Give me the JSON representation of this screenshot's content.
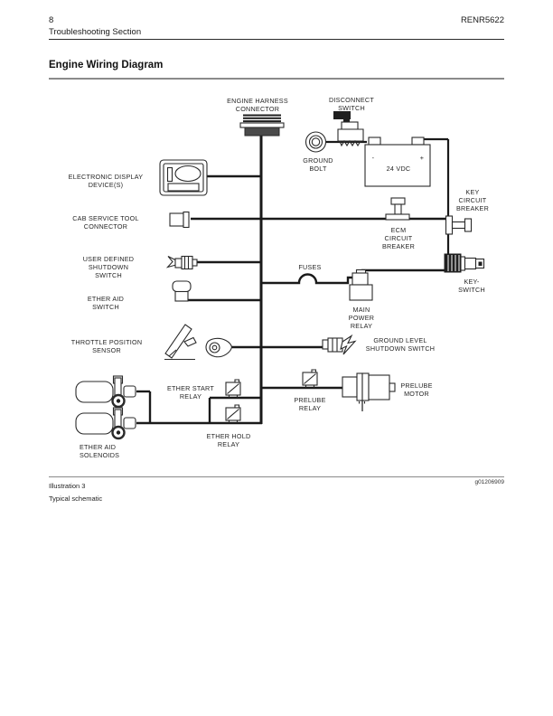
{
  "page": {
    "page_number": "8",
    "doc_code": "RENR5622",
    "section": "Troubleshooting Section",
    "title": "Engine Wiring Diagram"
  },
  "figure": {
    "illustration": "Illustration 3",
    "figure_id": "g01206909",
    "caption": "Typical schematic"
  },
  "diagram": {
    "labels": {
      "engine_harness_connector": [
        "ENGINE HARNESS",
        "CONNECTOR"
      ],
      "disconnect_switch": [
        "DISCONNECT",
        "SWITCH"
      ],
      "ground_bolt": [
        "GROUND",
        "BOLT"
      ],
      "battery": {
        "minus": "-",
        "plus": "+",
        "voltage": "24 VDC"
      },
      "key_circuit_breaker": [
        "KEY",
        "CIRCUIT",
        "BREAKER"
      ],
      "electronic_display": [
        "ELECTRONIC DISPLAY",
        "DEVICE(S)"
      ],
      "cab_service_tool": [
        "CAB SERVICE TOOL",
        "CONNECTOR"
      ],
      "ecm_circuit_breaker": [
        "ECM",
        "CIRCUIT",
        "BREAKER"
      ],
      "user_defined_shutdown": [
        "USER DEFINED",
        "SHUTDOWN",
        "SWITCH"
      ],
      "fuses": "FUSES",
      "key_switch": [
        "KEY-",
        "SWITCH"
      ],
      "ether_aid_switch": [
        "ETHER AID",
        "SWITCH"
      ],
      "main_power_relay": [
        "MAIN",
        "POWER",
        "RELAY"
      ],
      "throttle_position_sensor": [
        "THROTTLE POSITION",
        "SENSOR"
      ],
      "ground_level_shutdown_switch": [
        "GROUND LEVEL",
        "SHUTDOWN SWITCH"
      ],
      "ether_start_relay": [
        "ETHER START",
        "RELAY"
      ],
      "prelube_relay": [
        "PRELUBE",
        "RELAY"
      ],
      "prelube_motor": [
        "PRELUBE",
        "MOTOR"
      ],
      "ether_hold_relay": [
        "ETHER HOLD",
        "RELAY"
      ],
      "ether_aid_solenoids": [
        "ETHER AID",
        "SOLENOIDS"
      ]
    },
    "colors": {
      "ink": "#1a1a1a",
      "label": "#262626"
    }
  }
}
